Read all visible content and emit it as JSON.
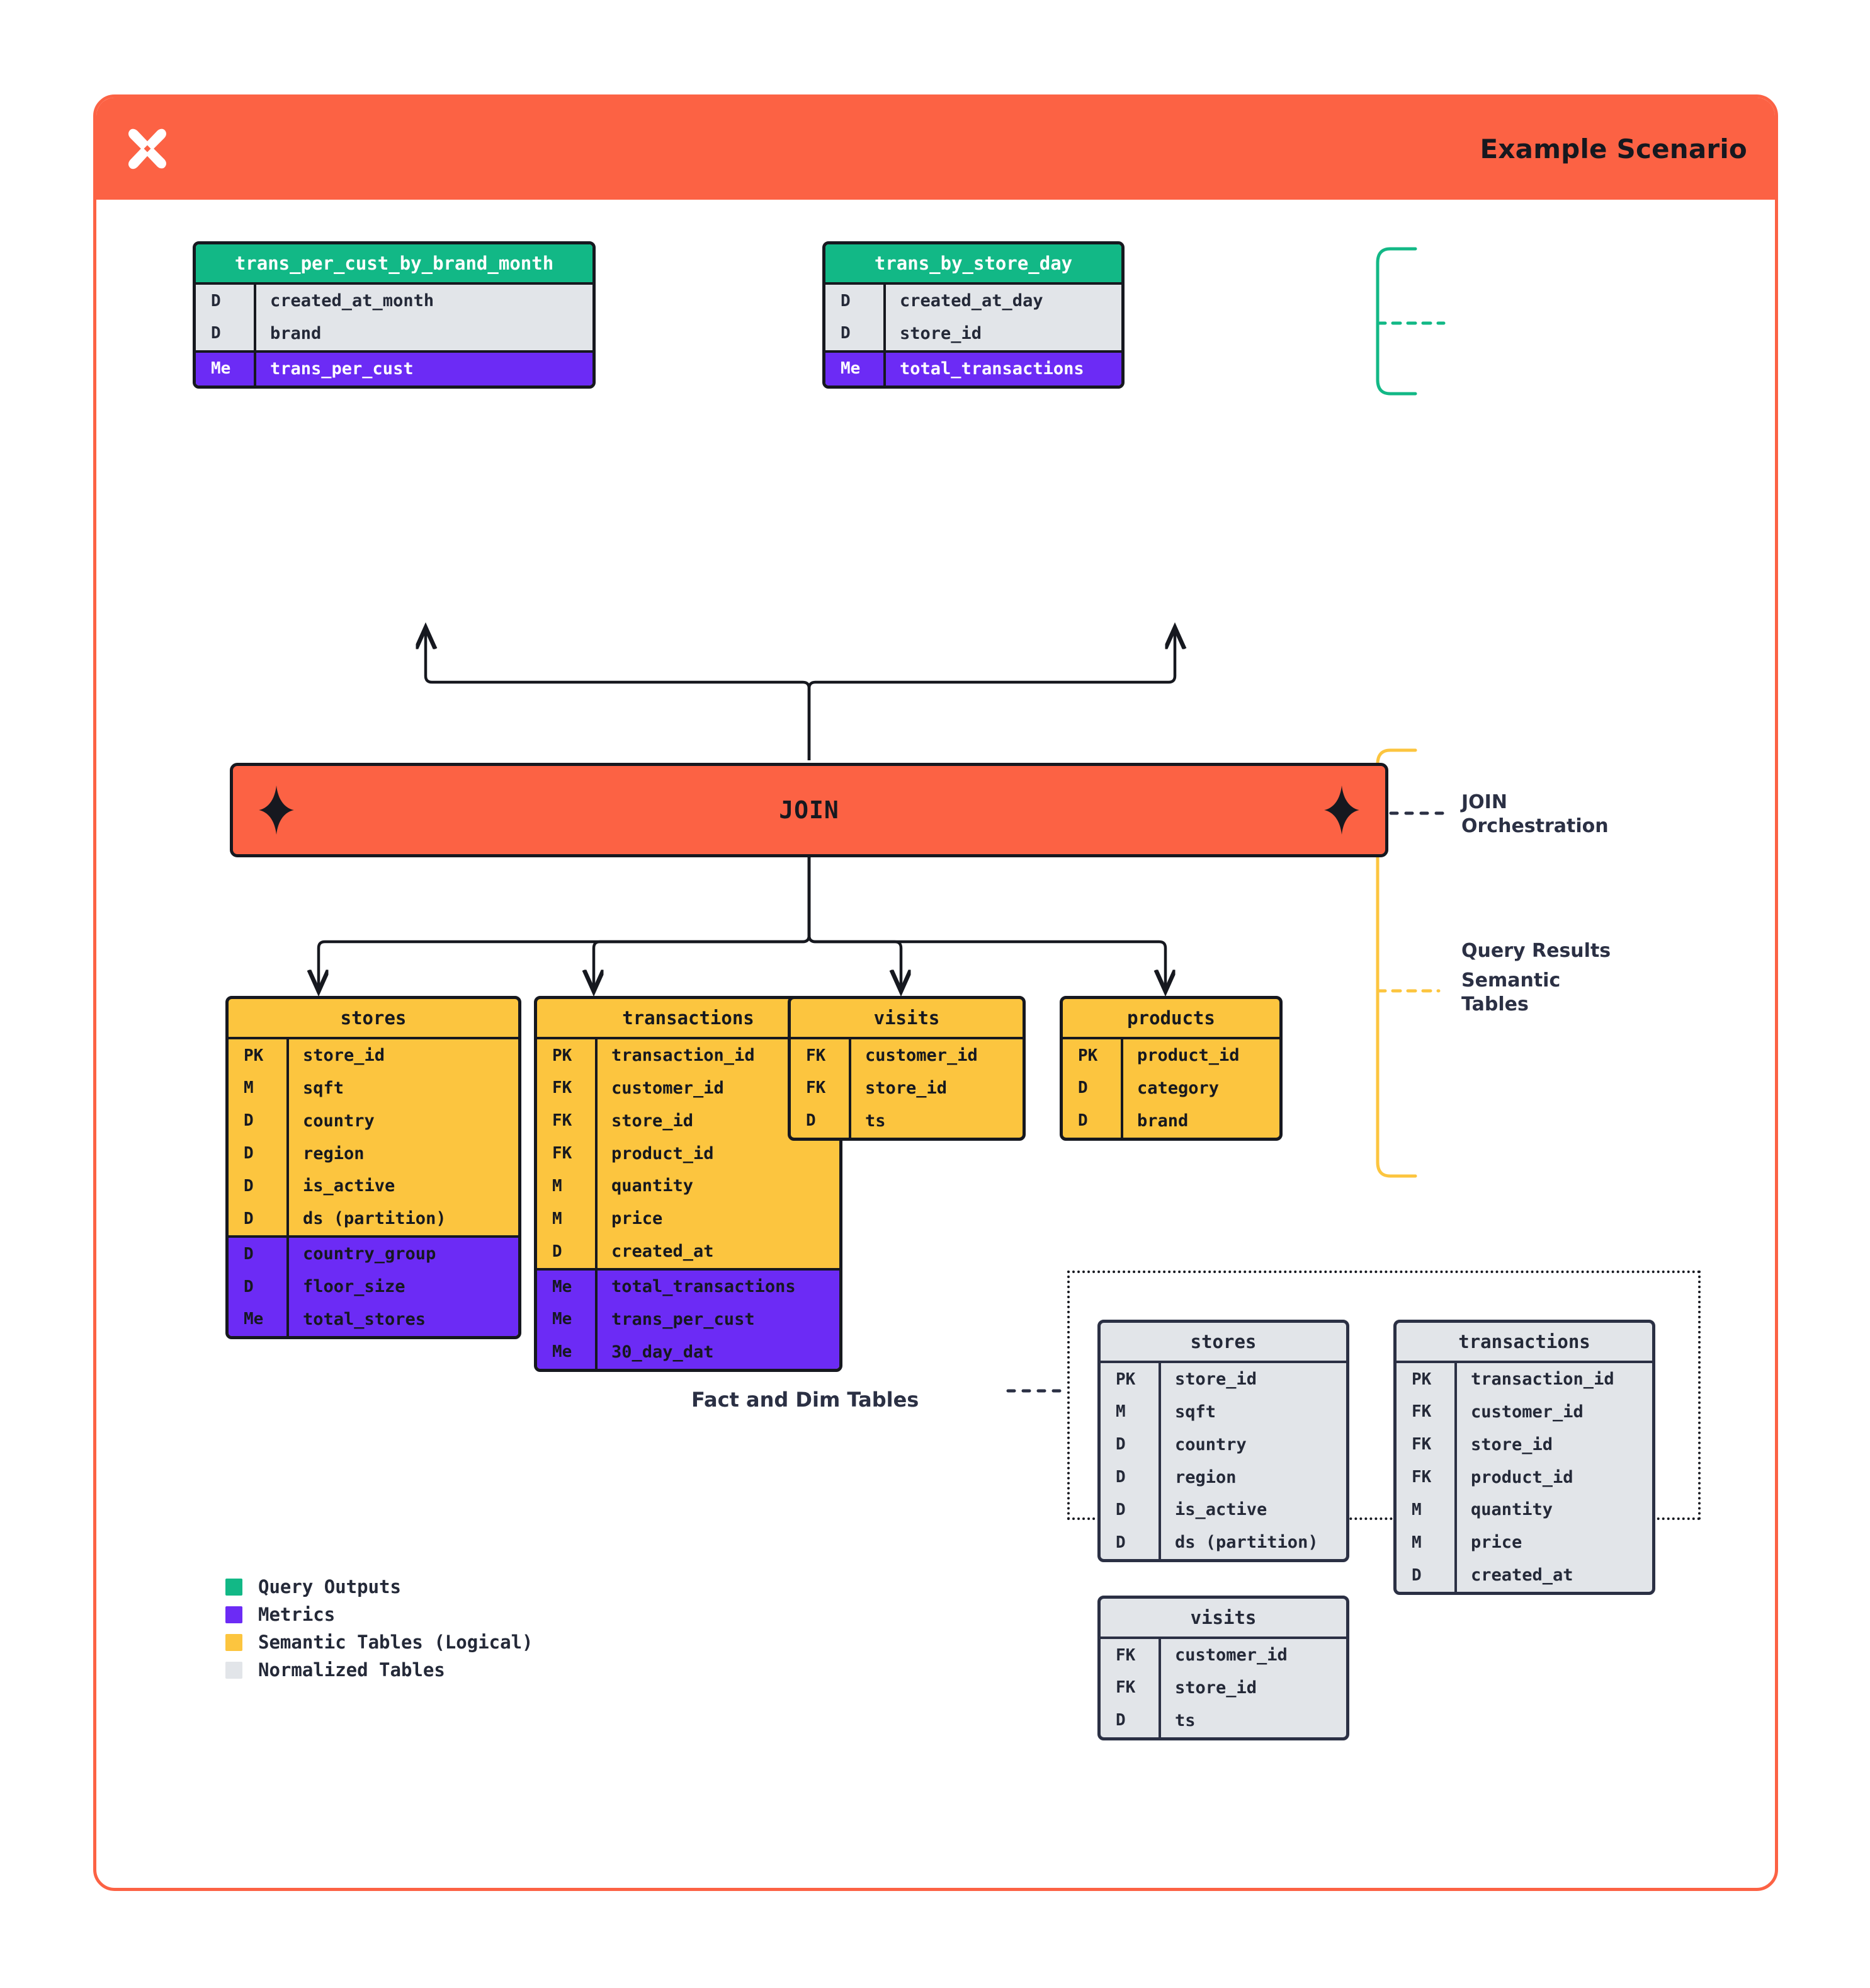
{
  "header": {
    "title": "Example Scenario",
    "logo_icon": "x-logo-icon",
    "bg": "#FC6244"
  },
  "colors": {
    "query_output": "#12B886",
    "metrics": "#6C2BF5",
    "semantic": "#FCC53F",
    "normalized": "#E2E5E9",
    "accent": "#FC6244",
    "ink": "#16181f"
  },
  "query_results": [
    {
      "title": "trans_per_cust_by_brand_month",
      "dims": [
        {
          "kind": "D",
          "name": "created_at_month"
        },
        {
          "kind": "D",
          "name": "brand"
        }
      ],
      "metrics": [
        {
          "kind": "Me",
          "name": "trans_per_cust"
        }
      ]
    },
    {
      "title": "trans_by_store_day",
      "dims": [
        {
          "kind": "D",
          "name": "created_at_day"
        },
        {
          "kind": "D",
          "name": "store_id"
        }
      ],
      "metrics": [
        {
          "kind": "Me",
          "name": "total_transactions"
        }
      ]
    }
  ],
  "join": {
    "label": "JOIN",
    "left_icon": "sparkle-icon",
    "right_icon": "sparkle-icon"
  },
  "semantic_tables": [
    {
      "title": "stores",
      "fields": [
        {
          "kind": "PK",
          "name": "store_id"
        },
        {
          "kind": "M",
          "name": "sqft"
        },
        {
          "kind": "D",
          "name": "country"
        },
        {
          "kind": "D",
          "name": "region"
        },
        {
          "kind": "D",
          "name": "is_active"
        },
        {
          "kind": "D",
          "name": "ds (partition)"
        }
      ],
      "metrics": [
        {
          "kind": "D",
          "name": "country_group"
        },
        {
          "kind": "D",
          "name": "floor_size"
        },
        {
          "kind": "Me",
          "name": "total_stores"
        }
      ]
    },
    {
      "title": "transactions",
      "fields": [
        {
          "kind": "PK",
          "name": "transaction_id"
        },
        {
          "kind": "FK",
          "name": "customer_id"
        },
        {
          "kind": "FK",
          "name": "store_id"
        },
        {
          "kind": "FK",
          "name": "product_id"
        },
        {
          "kind": "M",
          "name": "quantity"
        },
        {
          "kind": "M",
          "name": "price"
        },
        {
          "kind": "D",
          "name": "created_at"
        }
      ],
      "metrics": [
        {
          "kind": "Me",
          "name": "total_transactions"
        },
        {
          "kind": "Me",
          "name": "trans_per_cust"
        },
        {
          "kind": "Me",
          "name": "30_day_dat"
        }
      ]
    },
    {
      "title": "visits",
      "fields": [
        {
          "kind": "FK",
          "name": "customer_id"
        },
        {
          "kind": "FK",
          "name": "store_id"
        },
        {
          "kind": "D",
          "name": "ts"
        }
      ],
      "metrics": []
    },
    {
      "title": "products",
      "fields": [
        {
          "kind": "PK",
          "name": "product_id"
        },
        {
          "kind": "D",
          "name": "category"
        },
        {
          "kind": "D",
          "name": "brand"
        }
      ],
      "metrics": []
    }
  ],
  "normalized_tables": [
    {
      "title": "stores",
      "fields": [
        {
          "kind": "PK",
          "name": "store_id"
        },
        {
          "kind": "M",
          "name": "sqft"
        },
        {
          "kind": "D",
          "name": "country"
        },
        {
          "kind": "D",
          "name": "region"
        },
        {
          "kind": "D",
          "name": "is_active"
        },
        {
          "kind": "D",
          "name": "ds (partition)"
        }
      ]
    },
    {
      "title": "transactions",
      "fields": [
        {
          "kind": "PK",
          "name": "transaction_id"
        },
        {
          "kind": "FK",
          "name": "customer_id"
        },
        {
          "kind": "FK",
          "name": "store_id"
        },
        {
          "kind": "FK",
          "name": "product_id"
        },
        {
          "kind": "M",
          "name": "quantity"
        },
        {
          "kind": "M",
          "name": "price"
        },
        {
          "kind": "D",
          "name": "created_at"
        }
      ]
    },
    {
      "title": "visits",
      "fields": [
        {
          "kind": "FK",
          "name": "customer_id"
        },
        {
          "kind": "FK",
          "name": "store_id"
        },
        {
          "kind": "D",
          "name": "ts"
        }
      ]
    }
  ],
  "annotations": {
    "query_results": "Query Results",
    "join_orchestration_line1": "JOIN",
    "join_orchestration_line2": "Orchestration",
    "semantic_tables_line1": "Semantic",
    "semantic_tables_line2": "Tables",
    "fact_and_dim": "Fact and Dim Tables"
  },
  "legend": [
    {
      "label": "Query Outputs",
      "color": "#12B886"
    },
    {
      "label": "Metrics",
      "color": "#6C2BF5"
    },
    {
      "label": "Semantic Tables (Logical)",
      "color": "#FCC53F"
    },
    {
      "label": "Normalized Tables",
      "color": "#E2E5E9"
    }
  ]
}
